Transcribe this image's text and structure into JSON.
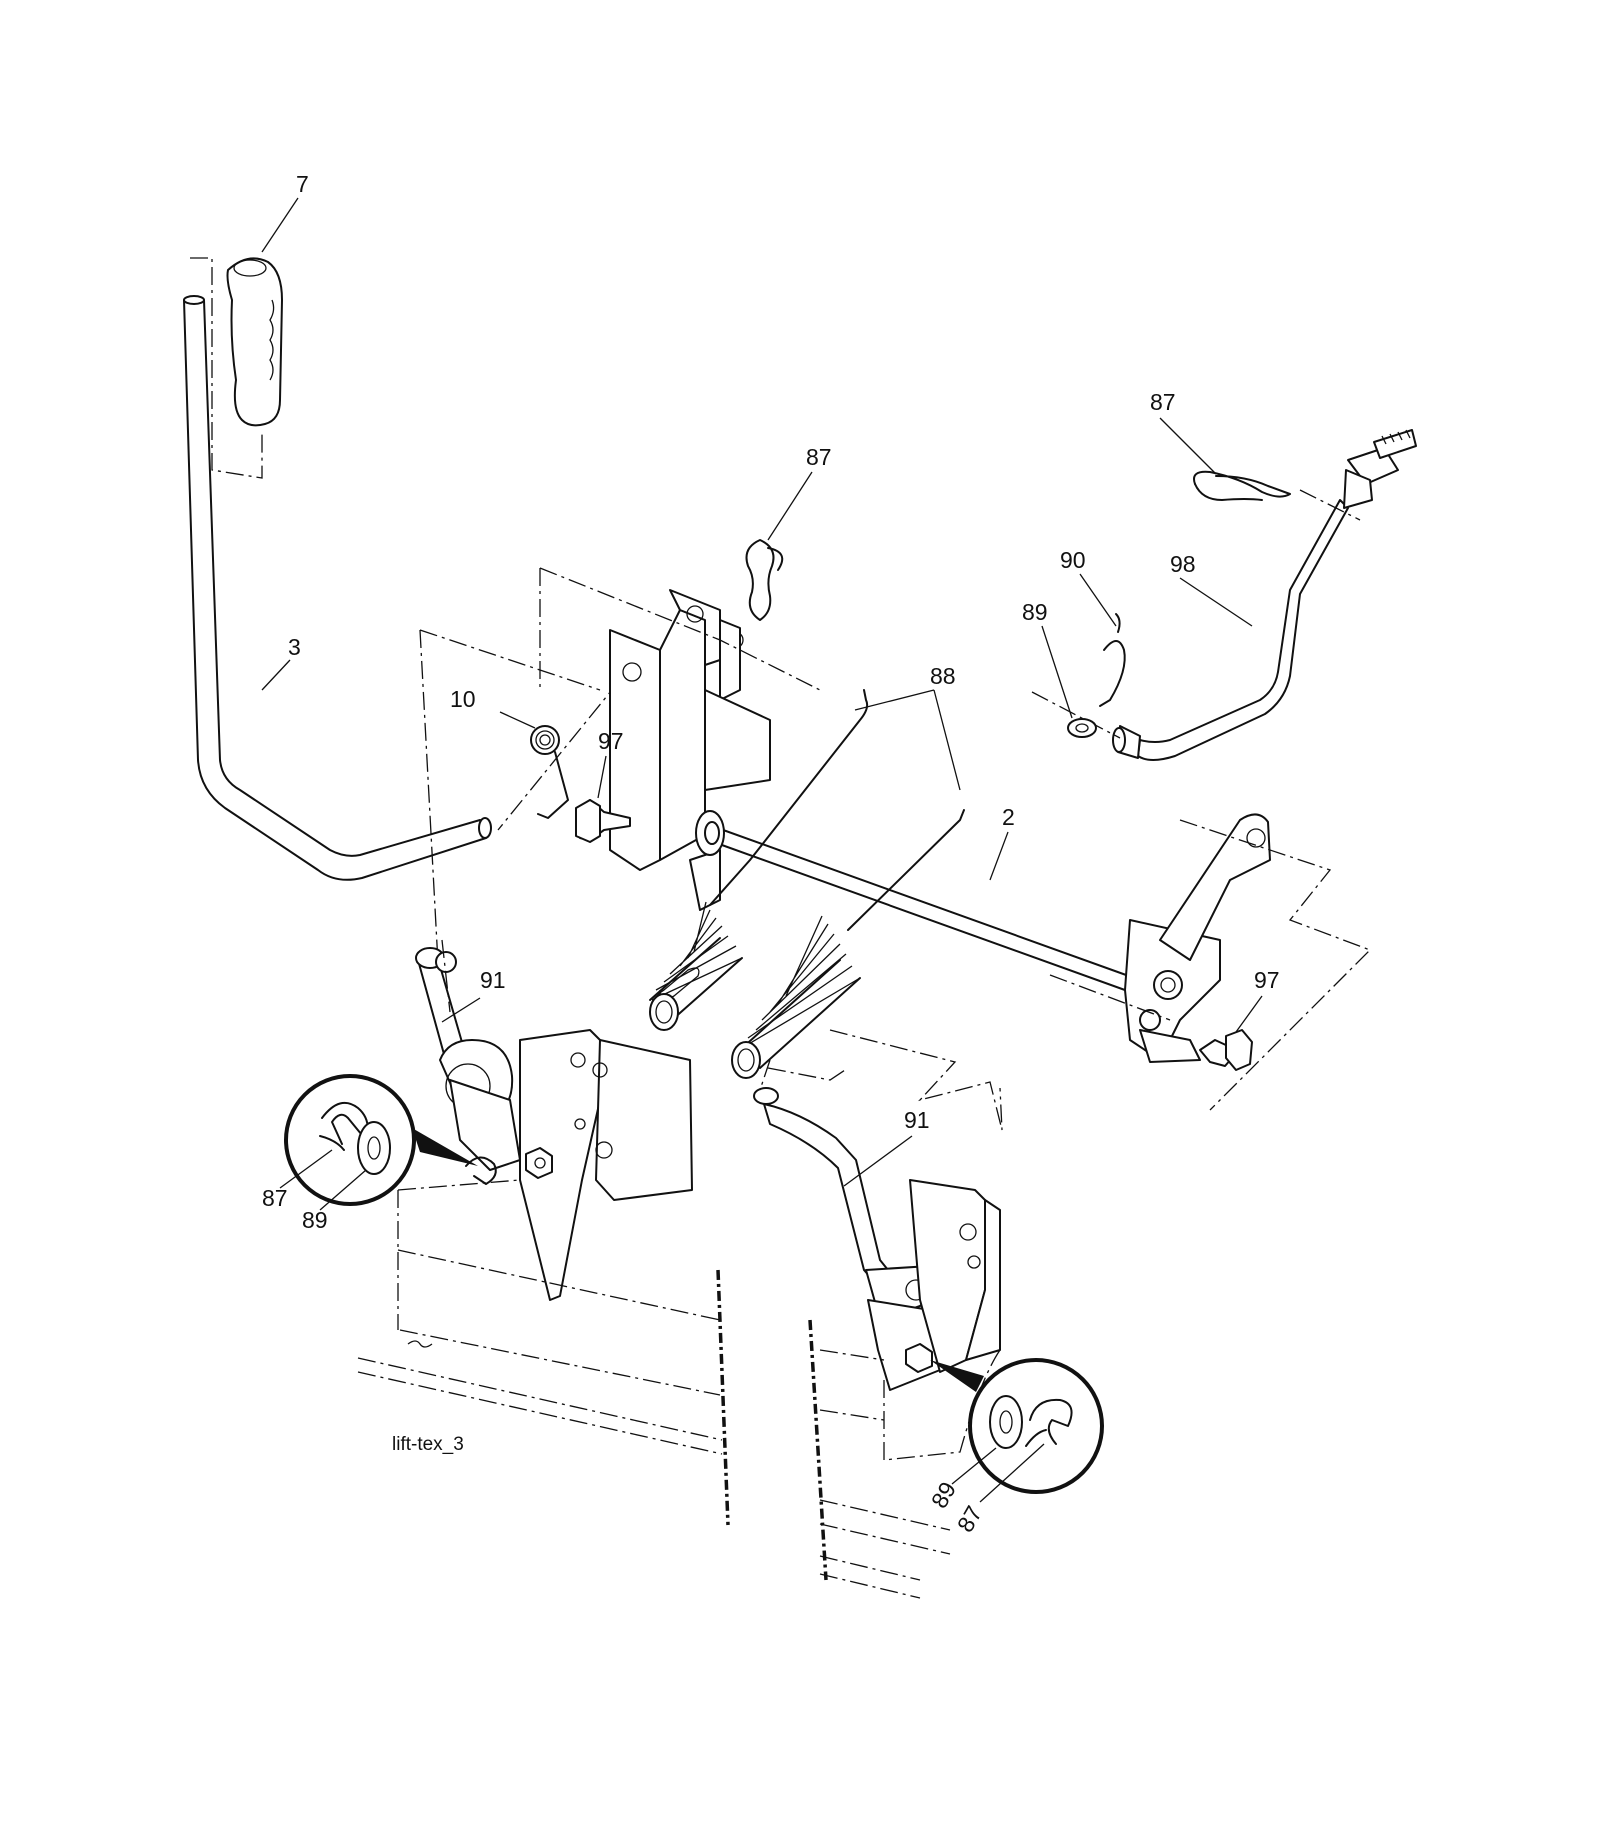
{
  "figure_id": "lift-tex_3",
  "callouts": [
    {
      "id": "c-7",
      "label": "7"
    },
    {
      "id": "c-3",
      "label": "3"
    },
    {
      "id": "c-10",
      "label": "10"
    },
    {
      "id": "c-97a",
      "label": "97"
    },
    {
      "id": "c-87a",
      "label": "87"
    },
    {
      "id": "c-88",
      "label": "88"
    },
    {
      "id": "c-2",
      "label": "2"
    },
    {
      "id": "c-87b",
      "label": "87"
    },
    {
      "id": "c-90",
      "label": "90"
    },
    {
      "id": "c-98",
      "label": "98"
    },
    {
      "id": "c-89a",
      "label": "89"
    },
    {
      "id": "c-91a",
      "label": "91"
    },
    {
      "id": "c-97b",
      "label": "97"
    },
    {
      "id": "c-91b",
      "label": "91"
    },
    {
      "id": "c-87c",
      "label": "87"
    },
    {
      "id": "c-89b",
      "label": "89"
    },
    {
      "id": "c-89c",
      "label": "89"
    },
    {
      "id": "c-87d",
      "label": "87"
    }
  ]
}
